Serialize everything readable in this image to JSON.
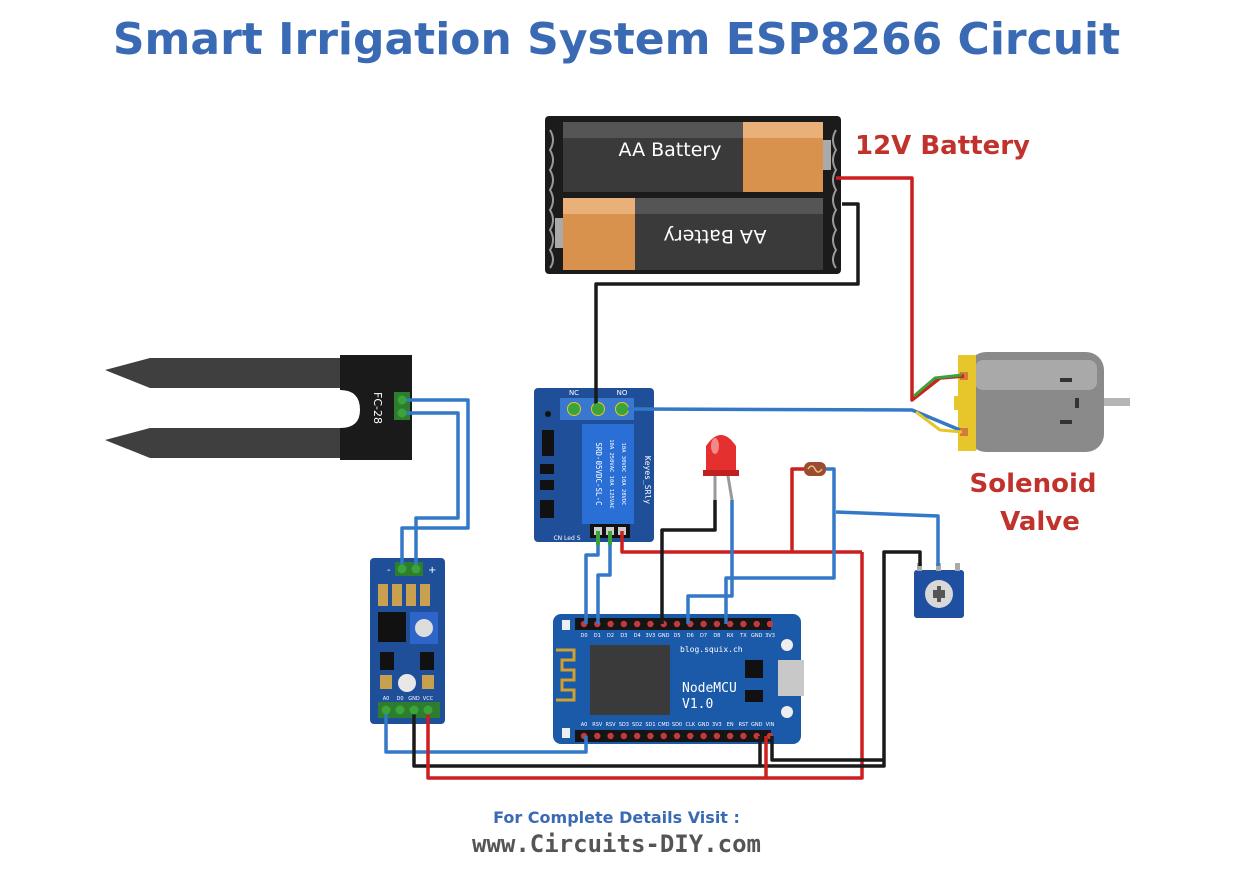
{
  "title": "Smart Irrigation System ESP8266 Circuit",
  "labels": {
    "battery": "12V Battery",
    "valve_line1": "Solenoid",
    "valve_line2": "Valve"
  },
  "battery": {
    "cell_top": "AA Battery",
    "cell_bottom": "AA Battery"
  },
  "sensor": {
    "name": "FC-28",
    "module_pins": [
      "A0",
      "D0",
      "GND",
      "VCC"
    ],
    "module_polarity": [
      "-",
      "+"
    ]
  },
  "relay": {
    "top_pins": [
      "NC",
      "NO"
    ],
    "model": "SRD-05VDC-SL-C",
    "rating_line1": "10A 250VAC  10A 125VAC",
    "rating_line2": "10A 30VDC  10A 28VDC",
    "brand": "Keyes_SRly",
    "bottom_labels": "CN Led S"
  },
  "mcu": {
    "site": "blog.squix.ch",
    "name": "NodeMCU",
    "version": "V1.0",
    "top_pins": [
      "D0",
      "D1",
      "D2",
      "D3",
      "D4",
      "3V3",
      "GND",
      "D5",
      "D6",
      "D7",
      "D8",
      "RX",
      "TX",
      "GND",
      "3V3"
    ],
    "bottom_pins": [
      "A0",
      "RSV",
      "RSV",
      "SD3",
      "SD2",
      "SD1",
      "CMD",
      "SD0",
      "CLK",
      "GND",
      "3V3",
      "EN",
      "RST",
      "GND",
      "VIN"
    ]
  },
  "footer": {
    "line1": "For Complete Details Visit :",
    "line2": "www.Circuits-DIY.com"
  },
  "colors": {
    "title": "#3a6ab4",
    "label_red": "#c0322b",
    "wire_red": "#cc1f1f",
    "wire_black": "#1a1a1a",
    "wire_blue": "#3478c8",
    "pcb_blue": "#1f4f99",
    "nodemcu_blue": "#1a5aa8",
    "led_red": "#e53030"
  }
}
